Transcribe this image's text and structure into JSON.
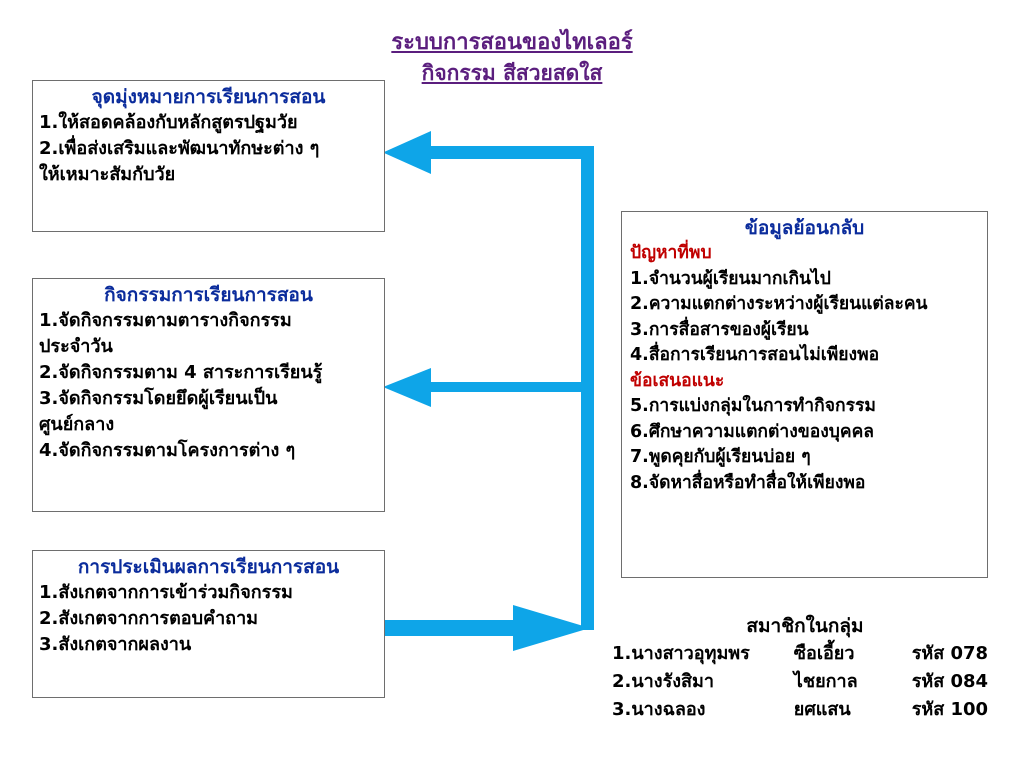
{
  "title": {
    "line1": "ระบบการสอนของไทเลอร์",
    "line2": "กิจกรรม สีสวยสดใส",
    "color": "#5B1E7E"
  },
  "colors": {
    "header_blue": "#0B2C9C",
    "accent_red": "#C00000",
    "arrow_blue": "#0EA5E8",
    "box_border": "#6e6e6e",
    "text_black": "#000000"
  },
  "boxes": {
    "aims": {
      "header": "จุดมุ่งหมายการเรียนการสอน",
      "lines": [
        "1.ให้สอดคล้องกับหลักสูตรปฐมวัย",
        "2.เพื่อส่งเสริมและพัฒนาทักษะต่าง ๆ",
        "ให้เหมาะสัมกับวัย"
      ]
    },
    "activities": {
      "header": "กิจกรรมการเรียนการสอน",
      "lines": [
        "1.จัดกิจกรรมตามตารางกิจกรรม",
        "ประจำวัน",
        "2.จัดกิจกรรมตาม 4 สาระการเรียนรู้",
        "3.จัดกิจกรรมโดยยึดผู้เรียนเป็น",
        "ศูนย์กลาง",
        "4.จัดกิจกรรมตามโครงการต่าง ๆ"
      ]
    },
    "evaluation": {
      "header": "การประเมินผลการเรียนการสอน",
      "lines": [
        "1.สังเกตจากการเข้าร่วมกิจกรรม",
        "2.สังเกตจากการตอบคำถาม",
        "3.สังเกตจากผลงาน"
      ]
    },
    "feedback": {
      "header": "ข้อมูลย้อนกลับ",
      "subheader_problems": "ปัญหาที่พบ",
      "problems": [
        "1.จำนวนผู้เรียนมากเกินไป",
        "2.ความแตกต่างระหว่างผู้เรียนแต่ละคน",
        "3.การสื่อสารของผู้เรียน",
        "4.สื่อการเรียนการสอนไม่เพียงพอ"
      ],
      "subheader_suggestions": "ข้อเสนอแนะ",
      "suggestions": [
        "5.การแบ่งกลุ่มในการทำกิจกรรม",
        "6.ศึกษาความแตกต่างของบุคคล",
        "7.พูดคุยกับผู้เรียนบ่อย ๆ",
        "8.จัดหาสื่อหรือทำสื่อให้เพียงพอ"
      ]
    }
  },
  "members": {
    "title": "สมาชิกในกลุ่ม",
    "rows": [
      {
        "name": "1.นางสาวอุทุมพร",
        "surname": "ซือเอี้ยว",
        "code": "รหัส 078"
      },
      {
        "name": "2.นางรังสิมา",
        "surname": "ไชยกาล",
        "code": "รหัส 084"
      },
      {
        "name": "3.นางฉลอง",
        "surname": "ยศแสน",
        "code": "รหัส 100"
      }
    ]
  },
  "connectors": {
    "arrow_to_aims": "arrow-left-to-aims",
    "arrow_to_activities": "arrow-left-to-activities",
    "arrow_from_evaluation": "arrow-right-from-evaluation",
    "trunk": "vertical-feedback-trunk"
  }
}
